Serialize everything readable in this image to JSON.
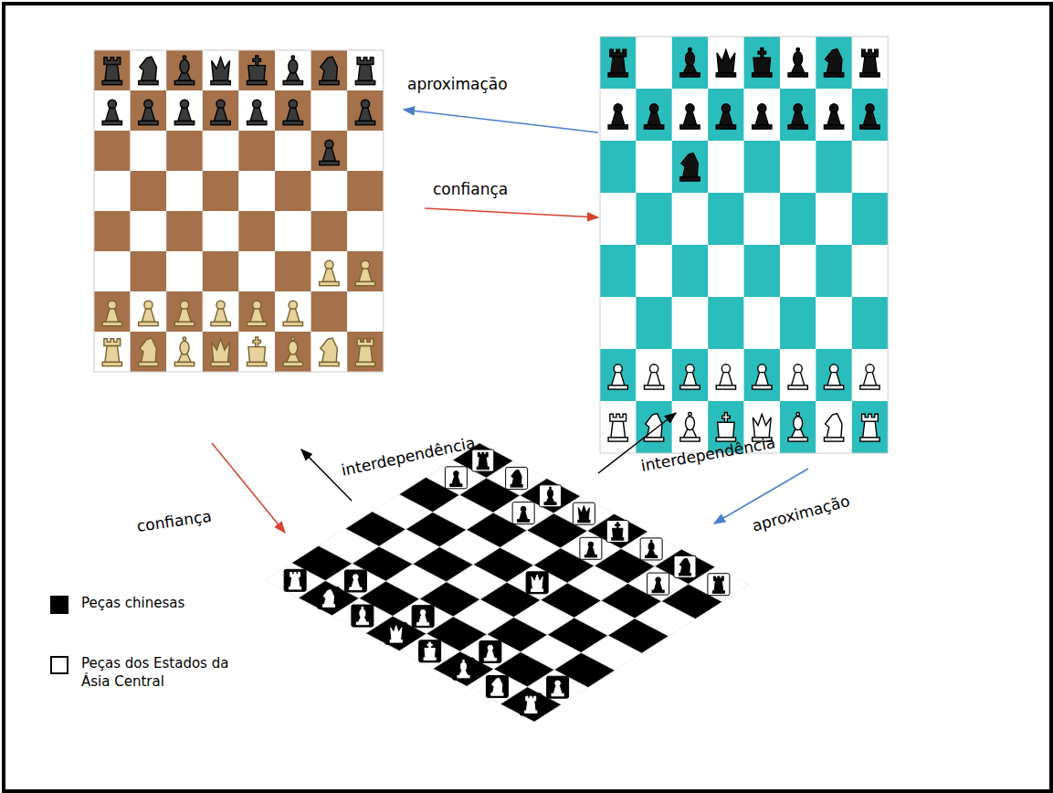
{
  "diagram": {
    "labels": [
      "aproximação",
      "confiança",
      "interdependência",
      "interdependência",
      "confiança",
      "aproximação"
    ],
    "legend": [
      {
        "text": "Peças chinesas",
        "color": "#000000"
      },
      {
        "text": "Peças dos Estados da Ásia Central",
        "color": "#ffffff"
      }
    ]
  }
}
